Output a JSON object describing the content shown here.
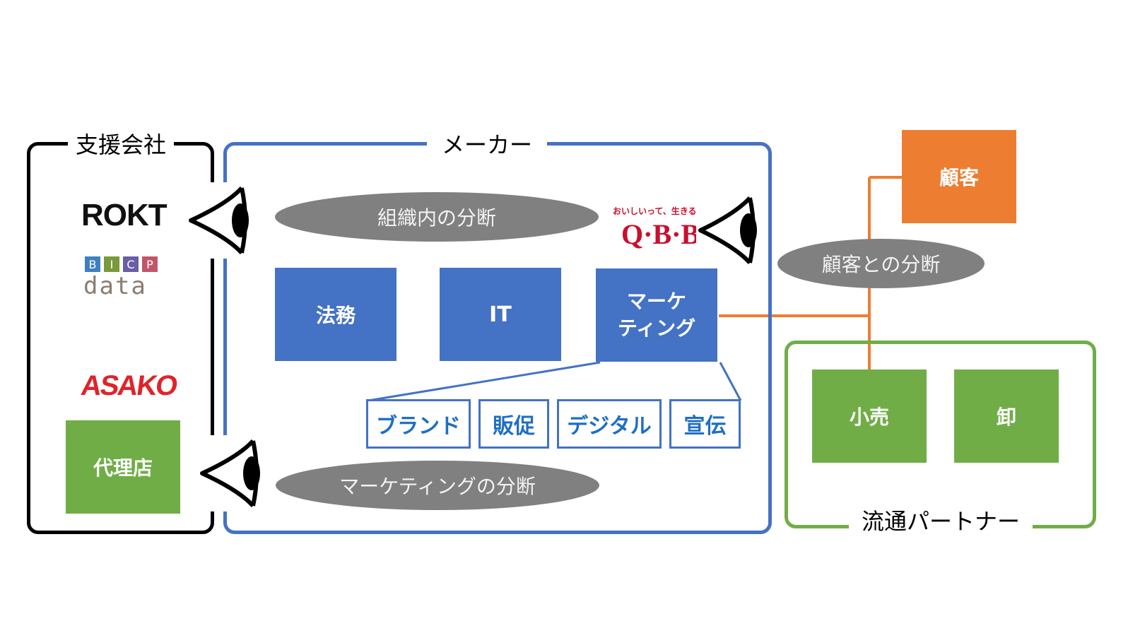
{
  "groups": {
    "support": "支援会社",
    "maker": "メーカー",
    "partner": "流通パートナー"
  },
  "support_logos": {
    "rokt": "ROKT",
    "bicp_letters": [
      "B",
      "I",
      "C",
      "P"
    ],
    "bicp_word": "data",
    "asako": "ASAKO"
  },
  "agency": "代理店",
  "maker_logo": {
    "tagline": "おいしいって、生きること。",
    "name": "Q·B·B"
  },
  "departments": [
    "法務",
    "IT"
  ],
  "marketing": {
    "line1": "マーケ",
    "line2": "ティング"
  },
  "marketing_sub": [
    "ブランド",
    "販促",
    "デジタル",
    "宣伝"
  ],
  "customer": "顧客",
  "partners": [
    "小売",
    "卸"
  ],
  "divides": {
    "org": "組織内の分断",
    "customer": "顧客との分断",
    "marketing": "マーケティングの分断"
  },
  "colors": {
    "blue": "#4472c4",
    "green": "#70ad47",
    "orange": "#ed7d31",
    "gray": "#808080",
    "bicp": [
      "#3f7fc0",
      "#7a9a3a",
      "#6a5ea8",
      "#c0566a"
    ],
    "asako": "#e0232a",
    "qbb": "#c8102e"
  },
  "icons": [
    "eye-icon"
  ]
}
